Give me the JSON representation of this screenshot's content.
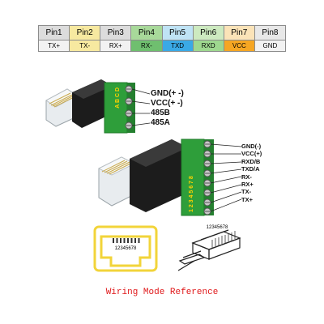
{
  "pin_table": {
    "pins": [
      "Pin1",
      "Pin2",
      "Pin3",
      "Pin4",
      "Pin5",
      "Pin6",
      "Pin7",
      "Pin8"
    ],
    "signals": [
      {
        "label": "TX+",
        "color": "#f2f2f2"
      },
      {
        "label": "TX-",
        "color": "#f7e9a0"
      },
      {
        "label": "RX+",
        "color": "#f2f2f2"
      },
      {
        "label": "RX-",
        "color": "#6fbf6f"
      },
      {
        "label": "TXD",
        "color": "#3aa9e6"
      },
      {
        "label": "RXD",
        "color": "#9ed88f"
      },
      {
        "label": "VCC",
        "color": "#f5a623"
      },
      {
        "label": "GND",
        "color": "#f2f2f2"
      }
    ]
  },
  "adapter_4pin": {
    "terminal_letters": "A B C D",
    "labels": [
      "GND(+ -)",
      "VCC(+ -)",
      "485B",
      "485A"
    ]
  },
  "adapter_8pin": {
    "terminal_numbers": "1 2 3 4 5 6 7 8",
    "labels": [
      "GND(-)",
      "VCC(+)",
      "RXD/B",
      "TXD/A",
      "RX-",
      "RX+",
      "TX-",
      "TX+"
    ]
  },
  "socket_diagram": {
    "pin_numbers": "12345678"
  },
  "plug_diagram": {
    "pin_numbers": "12345678"
  },
  "caption": "Wiring Mode Reference",
  "colors": {
    "terminal_green": "#2e9e3a",
    "body_black": "#1c1c1c",
    "caption_red": "#e0191b",
    "socket_yellow": "#f2d43a"
  }
}
